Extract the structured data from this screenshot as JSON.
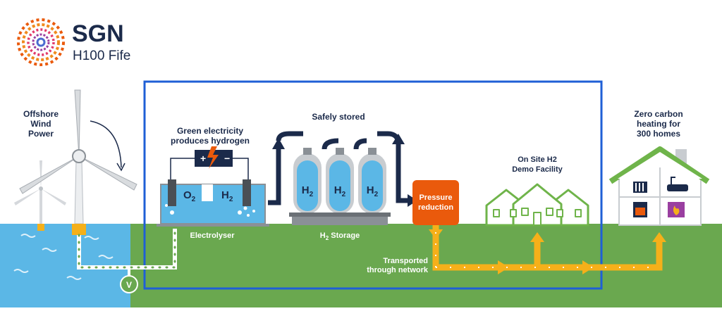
{
  "brand": {
    "name": "SGN",
    "project": "H100 Fife"
  },
  "labels": {
    "offshore": [
      "Offshore",
      "Wind",
      "Power"
    ],
    "green": [
      "Green electricity",
      "produces hydrogen"
    ],
    "stored": "Safely stored",
    "electrolyser": "Electrolyser",
    "storage_main": "H",
    "storage_sub": "2",
    "storage_rest": " Storage",
    "pressure": [
      "Pressure",
      "reduction"
    ],
    "transported": [
      "Transported",
      "through network"
    ],
    "demo": [
      "On Site H2",
      "Demo Facility"
    ],
    "zero": [
      "Zero carbon",
      "heating for",
      "300 homes"
    ],
    "valve": "V"
  },
  "tank_chem": {
    "o2_main": "O",
    "o2_sub": "2",
    "h2_main": "H",
    "h2_sub": "2"
  },
  "colors": {
    "navy": "#1b2a4a",
    "sea": "#5bb7e6",
    "land": "#6aa84f",
    "frame": "#1f5fd6",
    "pipe": "#f5b01a",
    "pressure_box": "#ea5a0c",
    "house_green": "#6fb44a"
  }
}
